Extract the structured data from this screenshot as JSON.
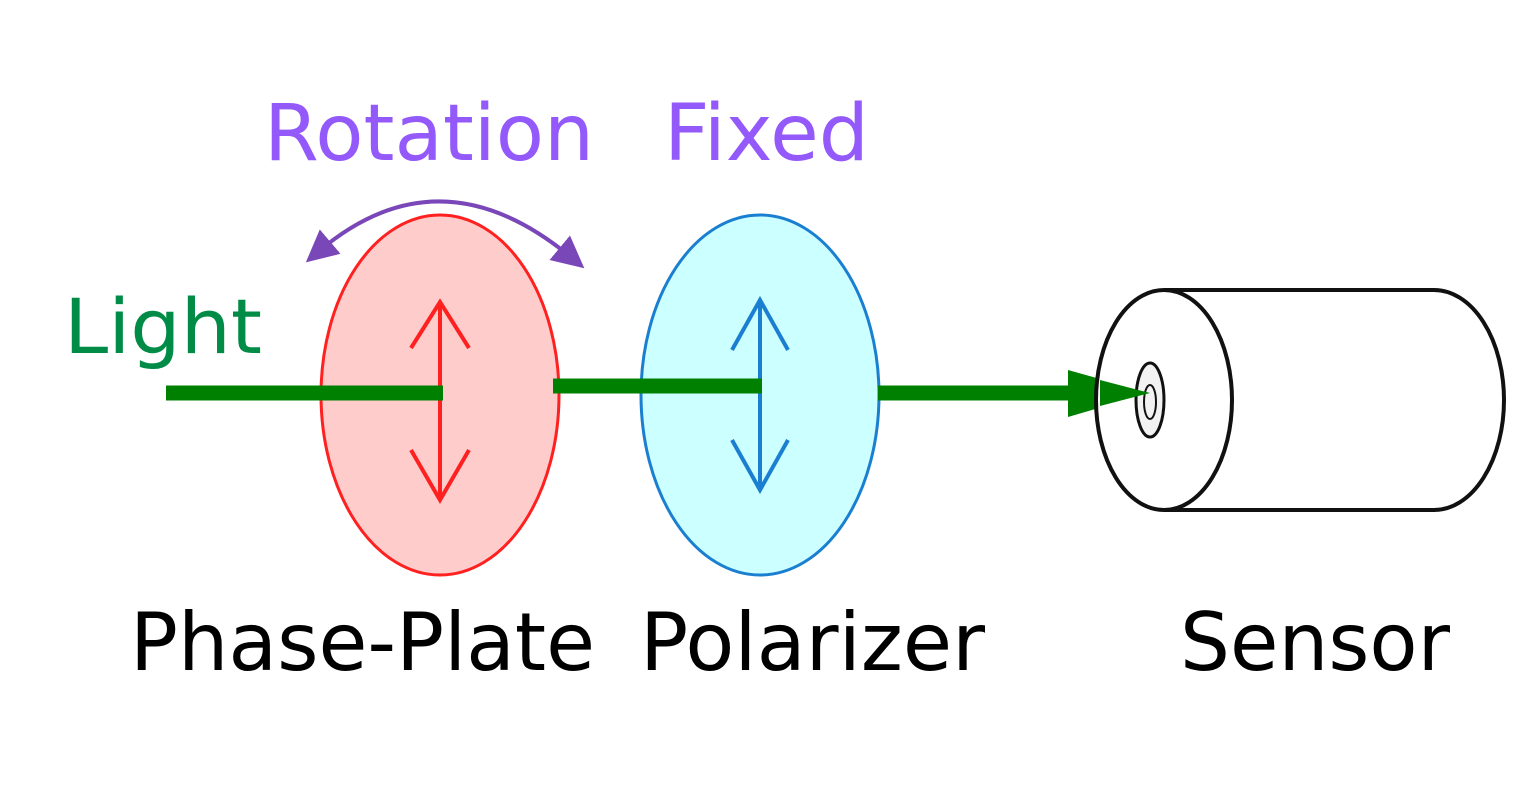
{
  "diagram": {
    "title": "Polarization measurement setup",
    "labels": {
      "rotation": "Rotation",
      "fixed": "Fixed",
      "light": "Light",
      "phase_plate": "Phase-Plate",
      "polarizer": "Polarizer",
      "sensor": "Sensor"
    },
    "components": [
      {
        "id": "light",
        "label": "Light",
        "role": "source"
      },
      {
        "id": "phase-plate",
        "label": "Phase-Plate",
        "state": "Rotation",
        "axis": "vertical"
      },
      {
        "id": "polarizer",
        "label": "Polarizer",
        "state": "Fixed",
        "axis": "vertical"
      },
      {
        "id": "sensor",
        "label": "Sensor",
        "role": "detector"
      }
    ],
    "flow": [
      "light",
      "phase-plate",
      "polarizer",
      "sensor"
    ],
    "colors": {
      "beam": "#008000",
      "light_label": "#008c46",
      "state_label": "#9359fa",
      "rotation_arrow": "#7a47b8",
      "phase_plate_fill": "#ffcccc",
      "phase_plate_stroke": "#ff2020",
      "polarizer_fill": "#ccffff",
      "polarizer_stroke": "#1a7fd0",
      "sensor_stroke": "#111111"
    }
  }
}
